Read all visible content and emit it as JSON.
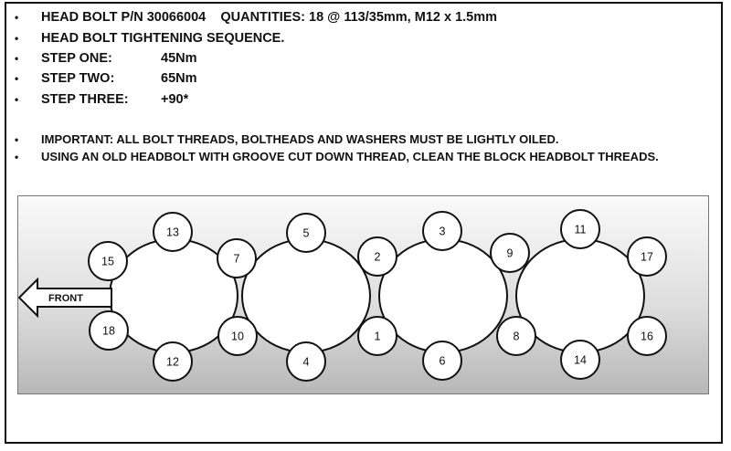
{
  "notes": {
    "bullet": "•",
    "line1": "HEAD BOLT P/N 30066004    QUANTITIES: 18 @ 113/35mm, M12 x 1.5mm",
    "line2": "HEAD BOLT TIGHTENING SEQUENCE.",
    "steps": [
      {
        "label": "STEP ONE:",
        "value": "45Nm"
      },
      {
        "label": "STEP TWO:",
        "value": "65Nm"
      },
      {
        "label": "STEP THREE:",
        "value": "+90*"
      }
    ],
    "important": "IMPORTANT: ALL BOLT THREADS, BOLTHEADS AND WASHERS MUST BE LIGHTLY OILED.",
    "usage": "USING AN OLD HEADBOLT WITH GROOVE CUT DOWN THREAD, CLEAN THE BLOCK HEADBOLT THREADS."
  },
  "diagram": {
    "front_label": "FRONT",
    "bolts": [
      "1",
      "2",
      "3",
      "4",
      "5",
      "6",
      "7",
      "8",
      "9",
      "10",
      "11",
      "12",
      "13",
      "14",
      "15",
      "16",
      "17",
      "18"
    ]
  }
}
